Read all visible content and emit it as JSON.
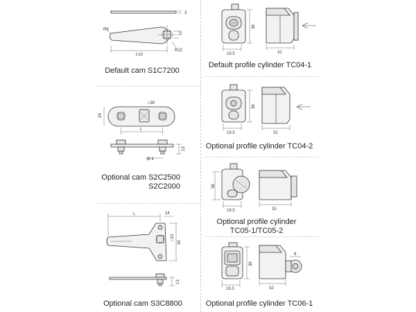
{
  "captions": {
    "cam_default": "Default cam S1C7200",
    "cam_optional_1_line1": "Optional cam S2C2500",
    "cam_optional_1_line2": "S2C2000",
    "cam_optional_2": "Optional cam S3C8800",
    "cyl_default": "Default profile cylinder TC04-1",
    "cyl_optional_1": "Optional profile cylinder TC04-2",
    "cyl_optional_2_line1": "Optional profile cylinder",
    "cyl_optional_2_line2": "TC05-1/TC05-2",
    "cyl_optional_3": "Optional profile cylinder TC06-1"
  },
  "dimensions": {
    "d_3": "3",
    "d_r8": "R8",
    "d_10a": "10",
    "d_r12": "R12",
    "d_l42": "L±2",
    "d_36a": "36",
    "d_195a": "19.5",
    "d_32a": "32",
    "d_phi30": "□30",
    "d_24": "24",
    "d_l_b": "L",
    "d_13a": "13",
    "d_phi4": "Ø 4",
    "d_36b": "36",
    "d_195b": "19.5",
    "d_32b": "32",
    "d_36c": "36",
    "d_195c": "19.5",
    "d_33": "33",
    "d_l_c": "L",
    "d_14": "14",
    "d_10b": "□10",
    "d_30": "30",
    "d_13b": "13",
    "d_36d": "36",
    "d_193": "19.3",
    "d_32c": "32",
    "d_8": "8"
  }
}
